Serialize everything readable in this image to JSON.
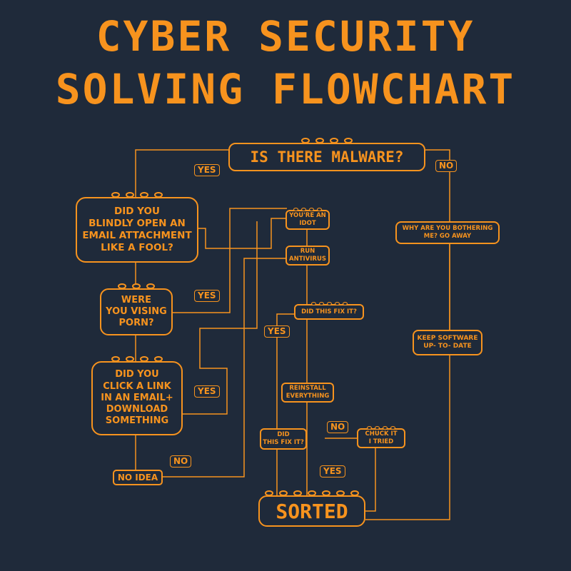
{
  "title": {
    "line1": "CYBER SECURITY",
    "line2": "SOLVING FLOWCHART"
  },
  "colors": {
    "background": "#1f2a3a",
    "accent": "#f7931e"
  },
  "nodes": {
    "malware": "IS THERE MALWARE?",
    "email_attachment": "DID YOU\nBLINDLY OPEN AN\nEMAIL ATTACHMENT\nLIKE A FOOL?",
    "porn": "WERE\nYOU VISING\nPORN?",
    "click_link": "DID YOU\nCLICK A LINK\nIN AN EMAIL+\nDOWNLOAD\nSOMETHING",
    "no_idea": "NO IDEA",
    "idiot": "YOU'RE AN\nIDOT",
    "run_antivirus": "RUN\nANTIVIRUS",
    "fix1": "DID THIS FIX IT?",
    "reinstall": "REINSTALL\nEVERYTHING",
    "fix2": "DID\nTHIS FIX IT?",
    "chuck": "CHUCK IT\nI TRIED",
    "sorted": "SORTED",
    "bothering": "WHY ARE YOU BOTHERING\nME? GO AWAY",
    "keep_updated": "KEEP SOFTWARE\nUP- TO- DATE"
  },
  "labels": {
    "yes_malware": "YES",
    "no_malware": "NO",
    "yes_porn": "YES",
    "yes_fix1": "YES",
    "yes_link": "YES",
    "no_link": "NO",
    "no_fix2": "NO",
    "yes_fix2": "YES"
  }
}
